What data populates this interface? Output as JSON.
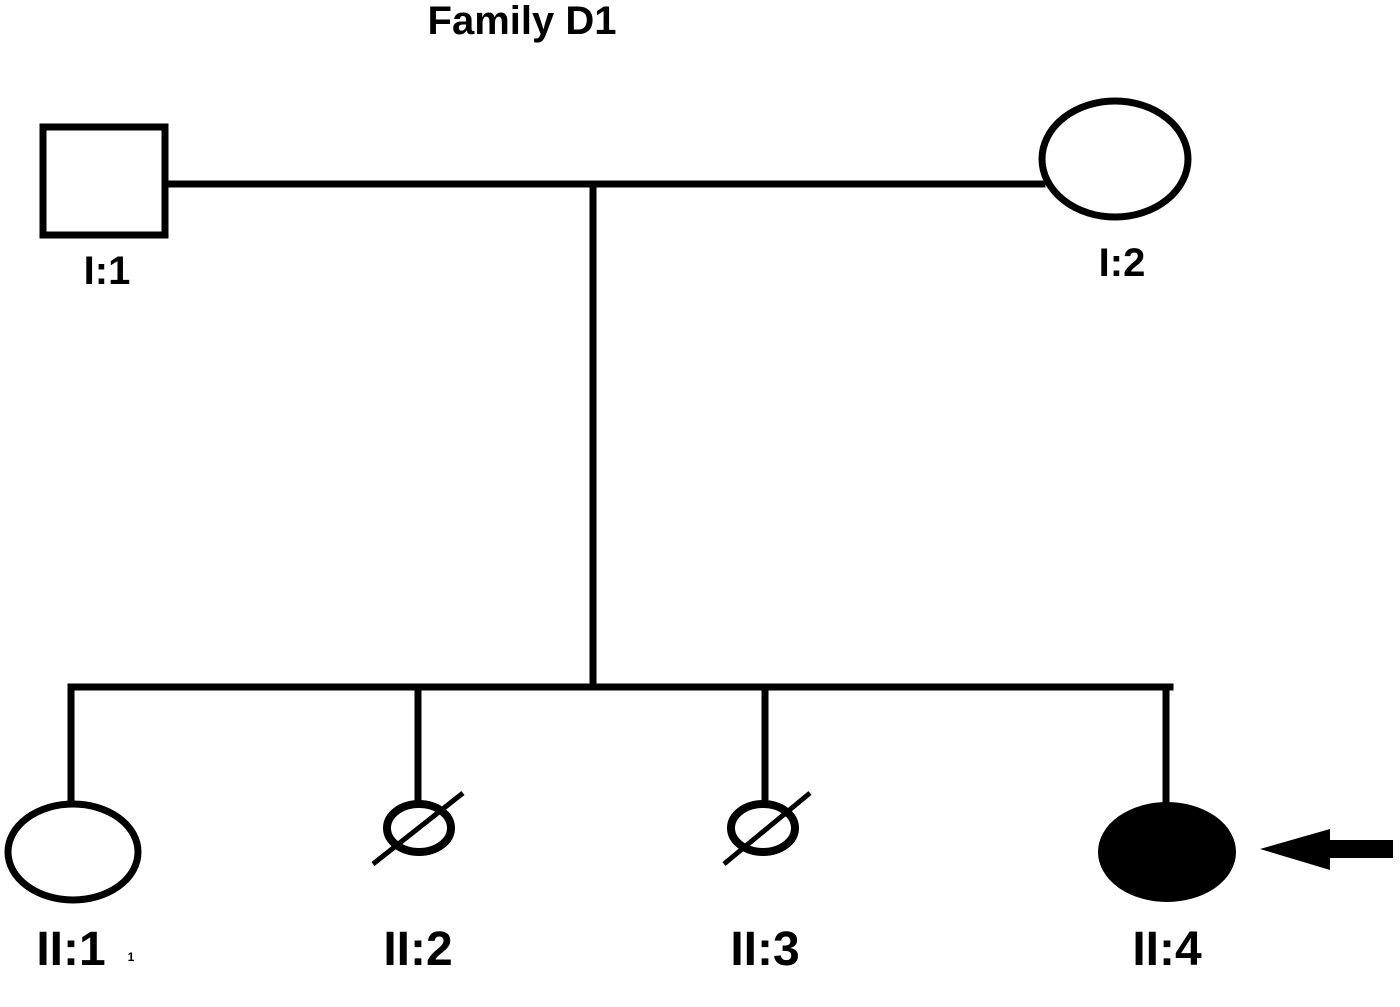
{
  "title": "Family D1",
  "generation1": {
    "father": {
      "label": "I:1",
      "sex": "male",
      "affected": false,
      "deceased": false
    },
    "mother": {
      "label": "I:2",
      "sex": "female",
      "affected": false,
      "deceased": false
    }
  },
  "generation2": [
    {
      "label": "II:1",
      "note": "1",
      "sex": "female",
      "affected": false,
      "deceased": false
    },
    {
      "label": "II:2",
      "sex": "female",
      "affected": false,
      "deceased": true
    },
    {
      "label": "II:3",
      "sex": "female",
      "affected": false,
      "deceased": true
    },
    {
      "label": "II:4",
      "sex": "female",
      "affected": true,
      "deceased": false,
      "proband": true
    }
  ],
  "colors": {
    "line": "#000000",
    "affected_fill": "#000000",
    "background": "#ffffff"
  }
}
